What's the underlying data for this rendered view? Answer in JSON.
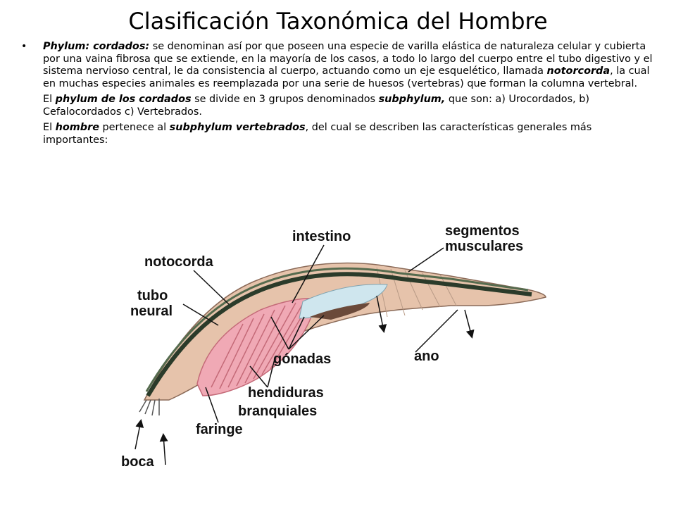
{
  "slide": {
    "title": "Clasificación Taxonómica del Hombre"
  },
  "text": {
    "p1_b1": "Phylum: cordados:",
    "p1_t1": " se denominan así por que poseen una especie de varilla elástica de naturaleza celular y cubierta por una vaina fibrosa que se extiende, en la mayoría de los casos, a todo lo largo del cuerpo entre el tubo digestivo y el sistema nervioso central, le da consistencia al cuerpo, actuando como un eje esquelético, llamada ",
    "p1_b2": "notorcorda",
    "p1_t2": ", la cual en muchas especies animales es reemplazada por una serie de huesos (vertebras) que forman la columna vertebral.",
    "p2_t1": "El ",
    "p2_b1": "phylum de los cordados",
    "p2_t2": " se divide en 3 grupos denominados ",
    "p2_b2": "subphylum,",
    "p2_t3": " que son: a) Urocordados, b) Cefalocordados c) Vertebrados.",
    "p3_t1": "El ",
    "p3_b1": "hombre",
    "p3_t2": " pertenece al ",
    "p3_b2": "subphylum vertebrados",
    "p3_t3": ", del cual se describen las características generales más importantes:"
  },
  "diagram": {
    "labels": {
      "intestino": "intestino",
      "segmentos": "segmentos",
      "musculares": "musculares",
      "notocorda": "notocorda",
      "tubo": "tubo",
      "neural": "neural",
      "gonadas": "gónadas",
      "ano": "ano",
      "hendiduras": "hendiduras",
      "branquiales": "branquiales",
      "faringe": "faringe",
      "boca": "boca"
    }
  },
  "colors": {
    "body": "#e6c3ab",
    "notochord": "#2b3b2a",
    "pharynx": "#f0a9b5",
    "gut": "#cfe6ee",
    "gonads": "#6b4a3a"
  }
}
